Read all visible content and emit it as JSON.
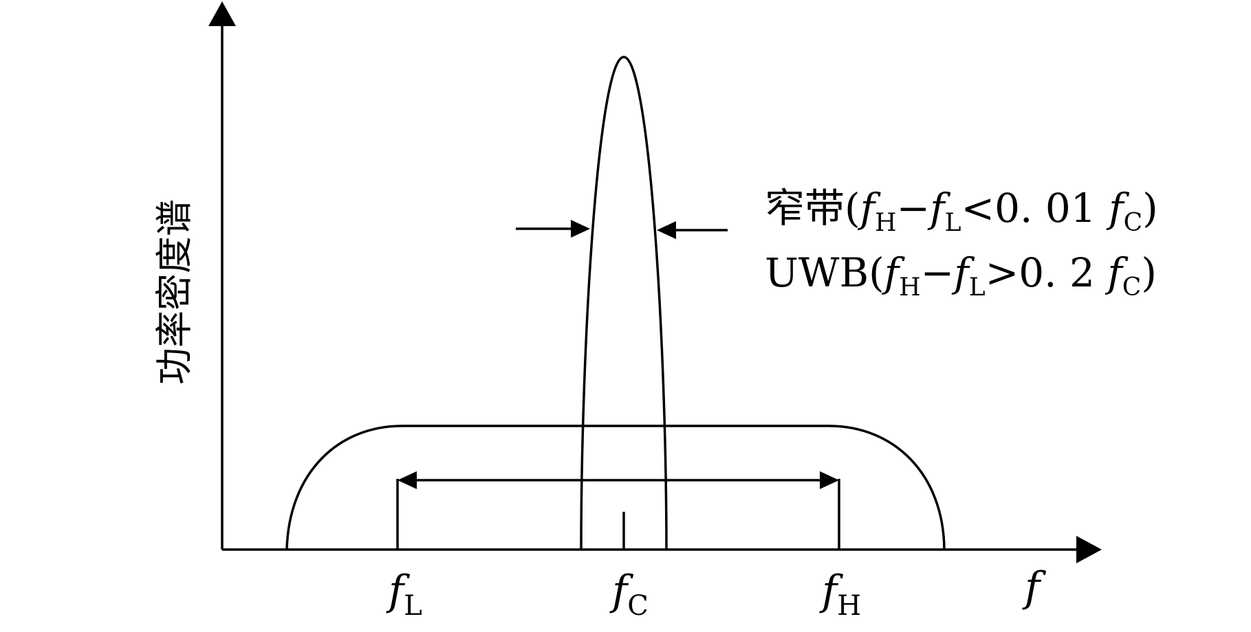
{
  "y_axis_label": "功率密度谱",
  "x_axis_label": "f",
  "ticks": {
    "fL": {
      "main": "f",
      "sub": "L"
    },
    "fC": {
      "main": "f",
      "sub": "C"
    },
    "fH": {
      "main": "f",
      "sub": "H"
    }
  },
  "legend": {
    "narrowband": {
      "prefix": "窄带(",
      "f1": "f",
      "s1": "H",
      "dash": "−",
      "f2": "f",
      "s2": "L",
      "op": "<0. 01 ",
      "f3": "f",
      "s3": "C",
      "close": ")"
    },
    "uwb": {
      "prefix": "UWB(",
      "f1": "f",
      "s1": "H",
      "dash": "−",
      "f2": "f",
      "s2": "L",
      "op": ">0. 2 ",
      "f3": "f",
      "s3": "C",
      "close": ")"
    }
  }
}
